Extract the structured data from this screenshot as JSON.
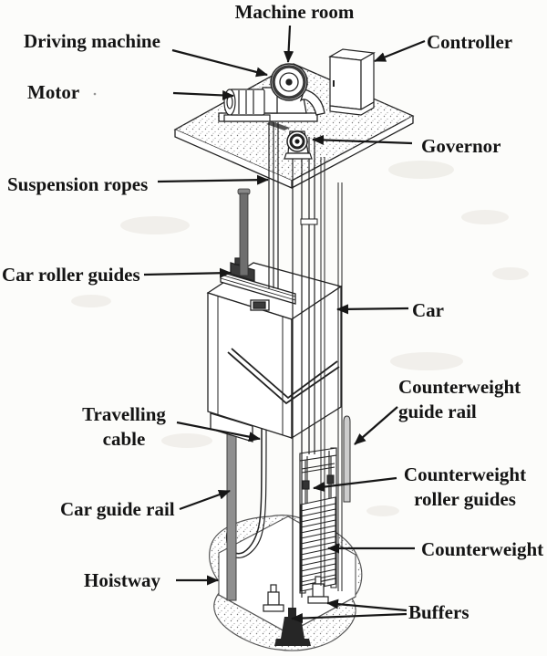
{
  "figure": {
    "type": "labeled-diagram",
    "subject": "Traction elevator system components",
    "colors": {
      "ink": "#1a1a1a",
      "paper": "#fcfcfa",
      "rail_gray": "#8f8f8f"
    },
    "labels": {
      "machine_room": "Machine room",
      "driving_machine": "Driving machine",
      "motor": "Motor",
      "controller": "Controller",
      "governor": "Governor",
      "suspension_ropes": "Suspension ropes",
      "car_roller_guides": "Car roller guides",
      "car": "Car",
      "counterweight_guide_rail": "Counterweight guide rail",
      "travelling_cable": "Travelling cable",
      "counterweight_roller_guides": "Counterweight roller guides",
      "car_guide_rail": "Car guide rail",
      "counterweight": "Counterweight",
      "hoistway": "Hoistway",
      "buffers": "Buffers"
    }
  }
}
